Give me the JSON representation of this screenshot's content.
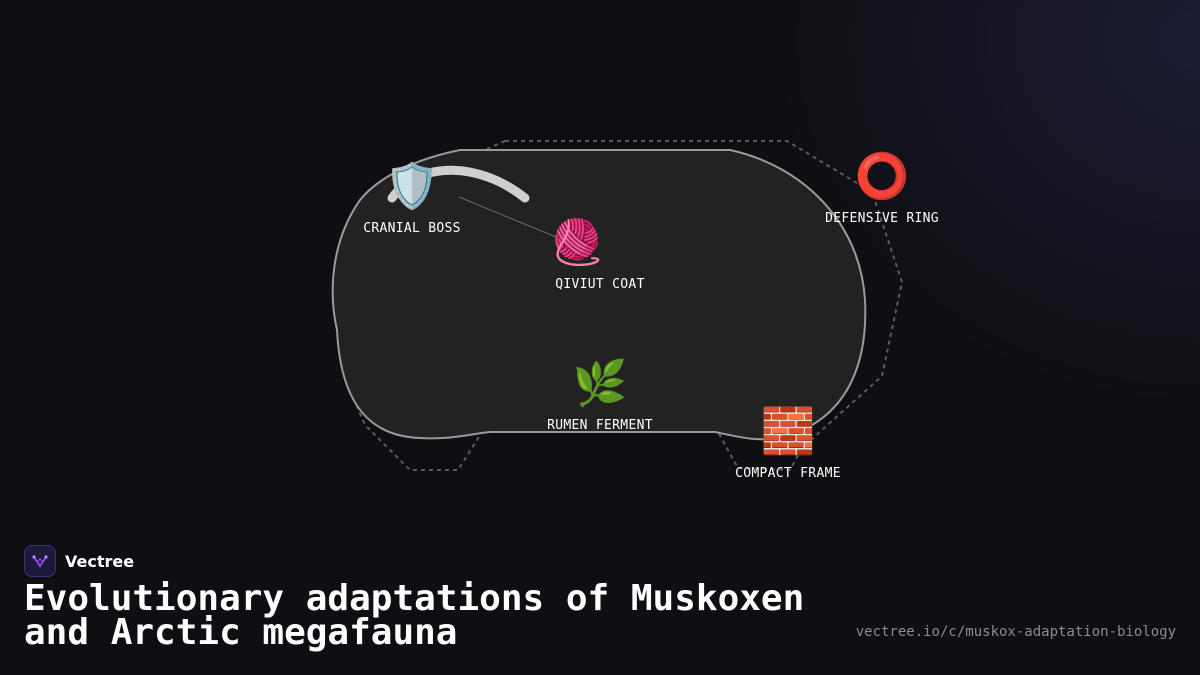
{
  "diagram": {
    "nodes": [
      {
        "id": "cranial-boss",
        "label": "CRANIAL BOSS",
        "icon": "shield-icon",
        "emoji": "🛡️"
      },
      {
        "id": "qiviut-coat",
        "label": "QIVIUT COAT",
        "icon": "yarn-ball-icon",
        "emoji": "🧶"
      },
      {
        "id": "defensive-ring",
        "label": "DEFENSIVE RING",
        "icon": "ring-icon",
        "emoji": "⭕"
      },
      {
        "id": "rumen-ferment",
        "label": "RUMEN FERMENT",
        "icon": "herb-icon",
        "emoji": "🌿"
      },
      {
        "id": "compact-frame",
        "label": "COMPACT FRAME",
        "icon": "brick-icon",
        "emoji": "🧱"
      }
    ],
    "edges": [
      {
        "from": "cranial-boss",
        "to": "qiviut-coat"
      }
    ],
    "colors": {
      "blob_fill": "#222222",
      "blob_stroke": "#9a9a9a",
      "dashed_stroke": "#5a5a62",
      "horn_stroke": "#cfcfcf"
    }
  },
  "footer": {
    "brand_name": "Vectree",
    "title": "Evolutionary adaptations of Muskoxen and Arctic megafauna",
    "url": "vectree.io/c/muskox-adaptation-biology"
  }
}
